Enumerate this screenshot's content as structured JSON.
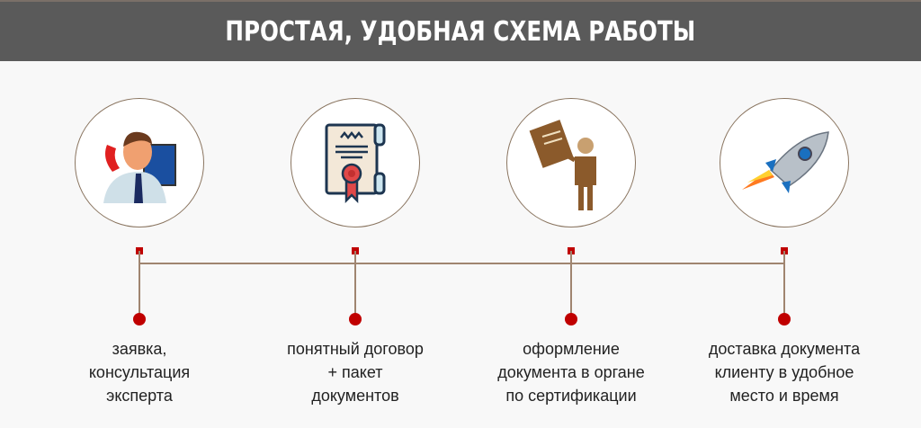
{
  "header": {
    "title": "ПРОСТАЯ, УДОБНАЯ СХЕМА РАБОТЫ"
  },
  "steps": [
    {
      "icon": "operator-phone-icon",
      "lines": [
        "заявка,",
        "консультация",
        "эксперта"
      ]
    },
    {
      "icon": "contract-scroll-icon",
      "lines": [
        "понятный договор",
        "+ пакет",
        "документов"
      ]
    },
    {
      "icon": "person-document-icon",
      "lines": [
        "оформление",
        "документа в органе",
        "по сертификации"
      ]
    },
    {
      "icon": "rocket-icon",
      "lines": [
        "доставка документа",
        "клиенту в удобное",
        "место и время"
      ]
    }
  ],
  "colors": {
    "header": "#5a5a5a",
    "accent": "#c00000",
    "line": "#a08570"
  }
}
